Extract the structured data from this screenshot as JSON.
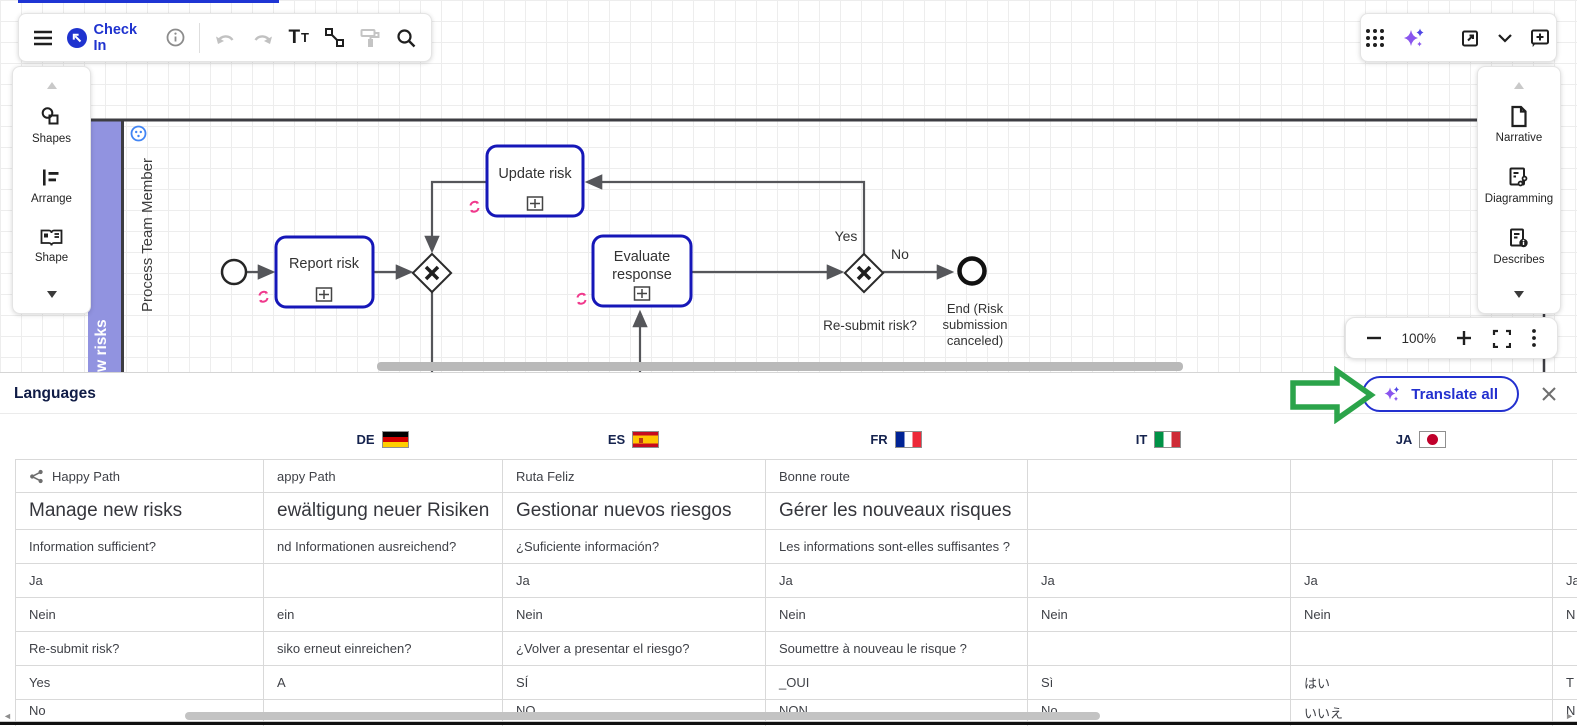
{
  "toolbar": {
    "check_in": "Check In"
  },
  "nav_left": {
    "items": [
      {
        "label": "Shapes"
      },
      {
        "label": "Arrange"
      },
      {
        "label": "Shape"
      }
    ]
  },
  "nav_right": {
    "items": [
      {
        "label": "Narrative"
      },
      {
        "label": "Diagramming"
      },
      {
        "label": "Describes"
      }
    ]
  },
  "diagram": {
    "pool": "Manage new risks",
    "lane": "Process Team Member",
    "task1": "Report risk",
    "task2": "Update risk",
    "task3a": "Evaluate",
    "task3b": "response",
    "yes": "Yes",
    "no": "No",
    "resubmit": "Re-submit risk?",
    "end1": "End (Risk",
    "end2": "submission",
    "end3": "canceled)"
  },
  "zoom": {
    "level": "100%"
  },
  "languages": {
    "title": "Languages",
    "translate_all": "Translate all",
    "columns": [
      "DE",
      "ES",
      "FR",
      "IT",
      "JA"
    ],
    "rows": [
      {
        "icon": true,
        "cells": [
          "Happy Path",
          "appy Path",
          "Ruta Feliz",
          "Bonne route",
          "",
          "",
          ""
        ]
      },
      {
        "large": true,
        "cells": [
          "Manage new risks",
          "ewältigung neuer Risiken",
          "Gestionar nuevos riesgos",
          "Gérer les nouveaux risques",
          "",
          "",
          ""
        ]
      },
      {
        "cells": [
          "Information sufficient?",
          "nd Informationen ausreichend?",
          "¿Suficiente información?",
          "Les informations sont-elles suffisantes ?",
          "",
          "",
          ""
        ]
      },
      {
        "cells": [
          "Ja",
          "",
          "Ja",
          "Ja",
          "Ja",
          "Ja",
          "Ja"
        ]
      },
      {
        "cells": [
          "Nein",
          "ein",
          "Nein",
          "Nein",
          "Nein",
          "Nein",
          "N"
        ]
      },
      {
        "cells": [
          "Re-submit risk?",
          "siko erneut einreichen?",
          "¿Volver a presentar el riesgo?",
          "Soumettre à nouveau le risque ?",
          "",
          "",
          ""
        ]
      },
      {
        "cells": [
          "Yes",
          "A",
          "SÍ",
          "_OUI",
          "Sì",
          "はい",
          "T"
        ]
      },
      {
        "clipped": true,
        "cells": [
          "No",
          "",
          "NO",
          "NON",
          "No",
          "いいえ",
          "N"
        ]
      }
    ]
  },
  "colors": {
    "accent_blue": "#1f33cf",
    "task_border": "#1617b8",
    "lane_purple": "#9193e0",
    "translate_pink": "#f0388c",
    "annotation_green": "#2ba44a",
    "header_navy": "#15234e"
  }
}
